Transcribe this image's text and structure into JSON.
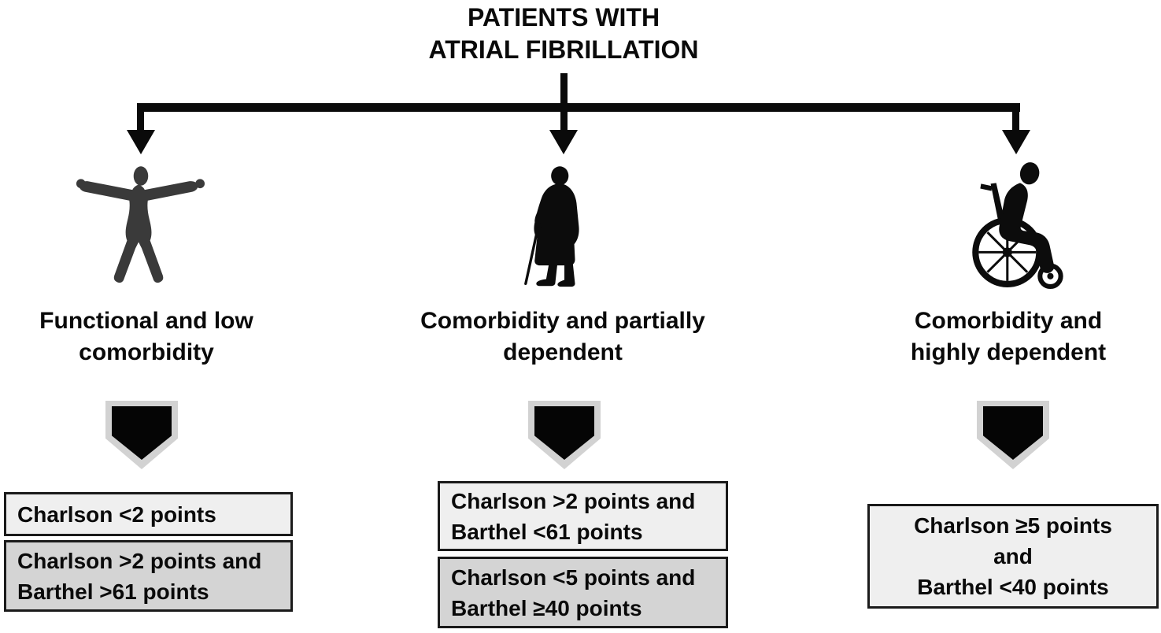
{
  "title": {
    "line1": "PATIENTS WITH",
    "line2": "ATRIAL FIBRILLATION"
  },
  "branches": [
    {
      "name": "functional-low-comorbidity",
      "figure_icon": "standing-person-arms-out-icon",
      "label": {
        "line1": "Functional and low",
        "line2": "comorbidity"
      },
      "boxes": [
        {
          "shade": "light",
          "lines": [
            "Charlson <2 points"
          ]
        },
        {
          "shade": "dark",
          "lines": [
            "Charlson >2 points and",
            "Barthel >61 points"
          ]
        }
      ]
    },
    {
      "name": "comorbidity-partially-dependent",
      "figure_icon": "elderly-person-with-cane-icon",
      "label": {
        "line1": "Comorbidity and partially",
        "line2": "dependent"
      },
      "boxes": [
        {
          "shade": "light",
          "lines": [
            "Charlson >2 points and",
            "Barthel <61 points"
          ]
        },
        {
          "shade": "dark",
          "lines": [
            "Charlson <5 points and",
            "Barthel ≥40 points"
          ]
        }
      ]
    },
    {
      "name": "comorbidity-highly-dependent",
      "figure_icon": "person-in-wheelchair-icon",
      "label": {
        "line1": "Comorbidity and",
        "line2": "highly dependent"
      },
      "boxes": [
        {
          "shade": "light",
          "lines": [
            "Charlson ≥5 points",
            "and",
            "Barthel <40 points"
          ]
        }
      ]
    }
  ],
  "colors": {
    "background": "#ffffff",
    "connector": "#0a0a0a",
    "box_light": "#efefef",
    "box_dark": "#d4d4d4",
    "box_border": "#1a1a1a",
    "pentagon_fill": "#050505",
    "pentagon_border": "#d2d2d2",
    "figure_left": "#3a3a3a",
    "figure_black": "#0c0c0c"
  }
}
